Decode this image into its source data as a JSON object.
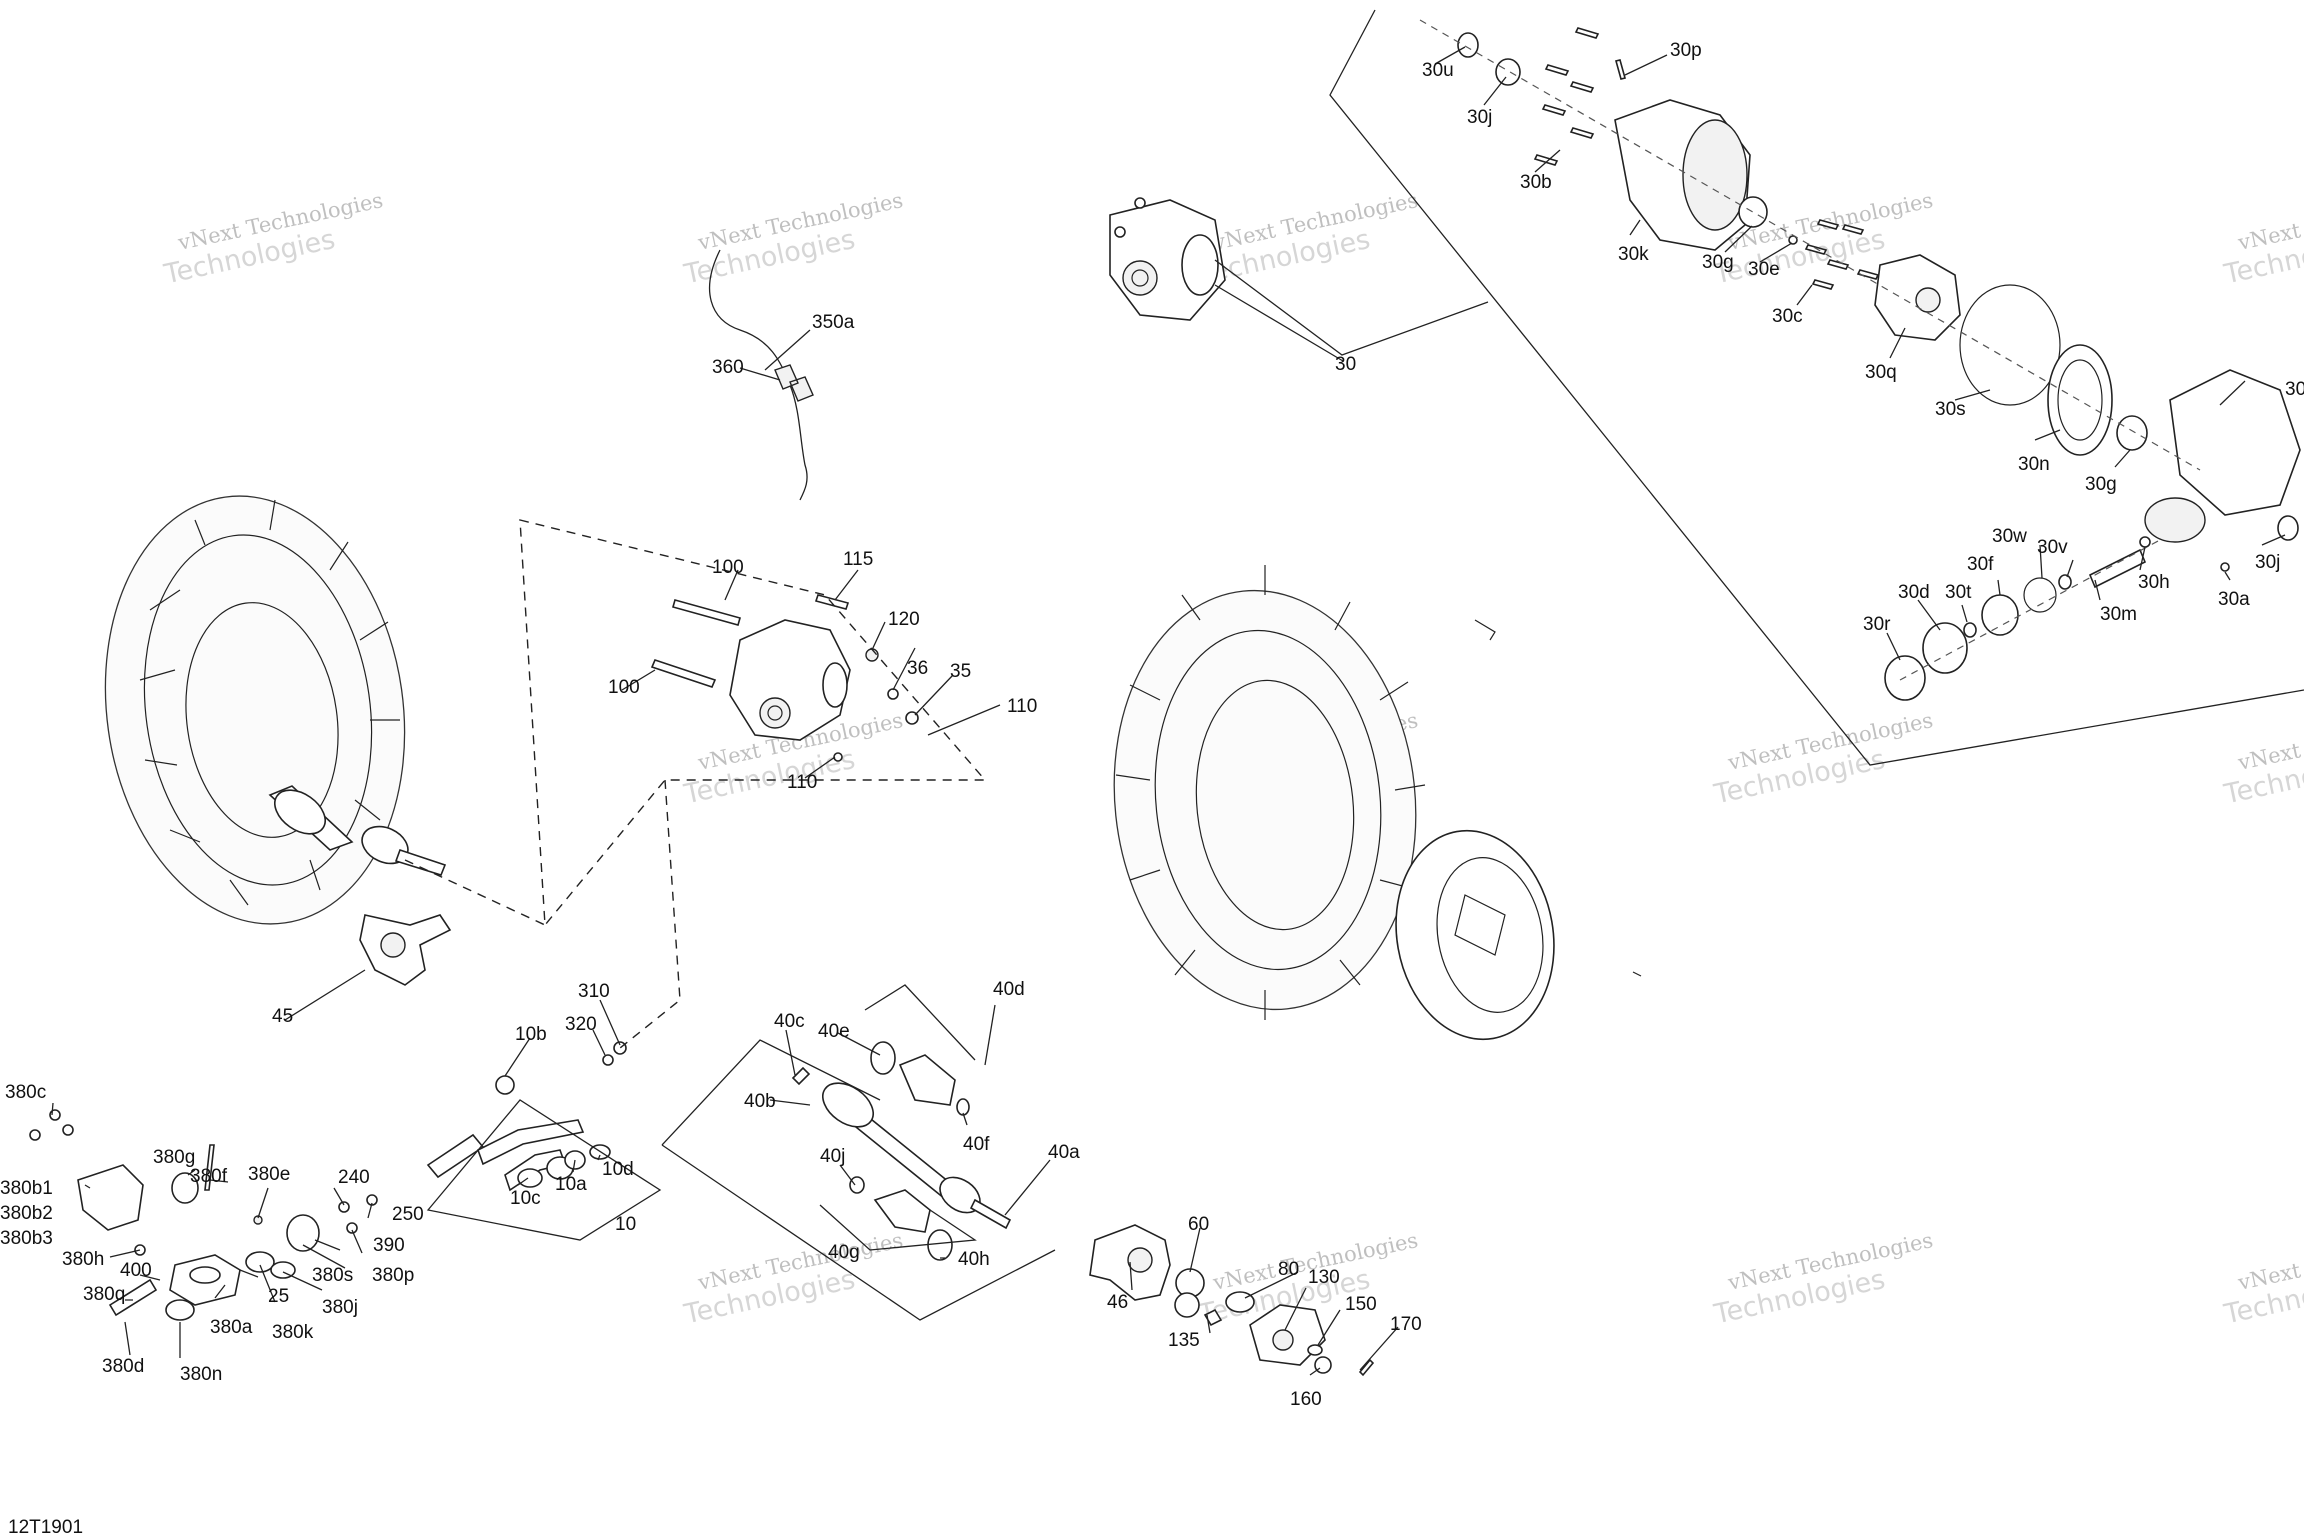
{
  "figure_code": "12T1901",
  "watermark": {
    "line1": "vNext Technologies",
    "line2": "Technologies"
  },
  "callouts": {
    "c30u": "30u",
    "c30p": "30p",
    "c30j_top": "30j",
    "c30b": "30b",
    "c30k": "30k",
    "c30g_top": "30g",
    "c30e": "30e",
    "c30c": "30c",
    "c30q": "30q",
    "c30s": "30s",
    "c30n": "30n",
    "c30g_mid": "30g",
    "c30_right": "30",
    "c30j_right": "30j",
    "c30a": "30a",
    "c30w": "30w",
    "c30v": "30v",
    "c30f": "30f",
    "c30d": "30d",
    "c30t": "30t",
    "c30h": "30h",
    "c30m": "30m",
    "c30r": "30r",
    "c30": "30",
    "c350a": "350a",
    "c360": "360",
    "c100a": "100",
    "c115": "115",
    "c120": "120",
    "c100b": "100",
    "c36": "36",
    "c35": "35",
    "c110a": "110",
    "c110b": "110",
    "c45": "45",
    "c310": "310",
    "c320": "320",
    "c10b": "10b",
    "c10d": "10d",
    "c10a": "10a",
    "c10c": "10c",
    "c10": "10",
    "c380c": "380c",
    "c380b1": "380b1",
    "c380b2": "380b2",
    "c380b3": "380b3",
    "c380g": "380g",
    "c380f": "380f",
    "c380e": "380e",
    "c240": "240",
    "c250": "250",
    "c390": "390",
    "c380s": "380s",
    "c380p": "380p",
    "c380j": "380j",
    "c380h": "380h",
    "c400": "400",
    "c25": "25",
    "c380k": "380k",
    "c380q": "380q",
    "c380a": "380a",
    "c380d": "380d",
    "c380n": "380n",
    "c40c": "40c",
    "c40e": "40e",
    "c40d": "40d",
    "c40b": "40b",
    "c40f": "40f",
    "c40a": "40a",
    "c40j": "40j",
    "c40g": "40g",
    "c40h": "40h",
    "c60": "60",
    "c46": "46",
    "c80": "80",
    "c130": "130",
    "c135": "135",
    "c150": "150",
    "c160": "160",
    "c170": "170"
  }
}
